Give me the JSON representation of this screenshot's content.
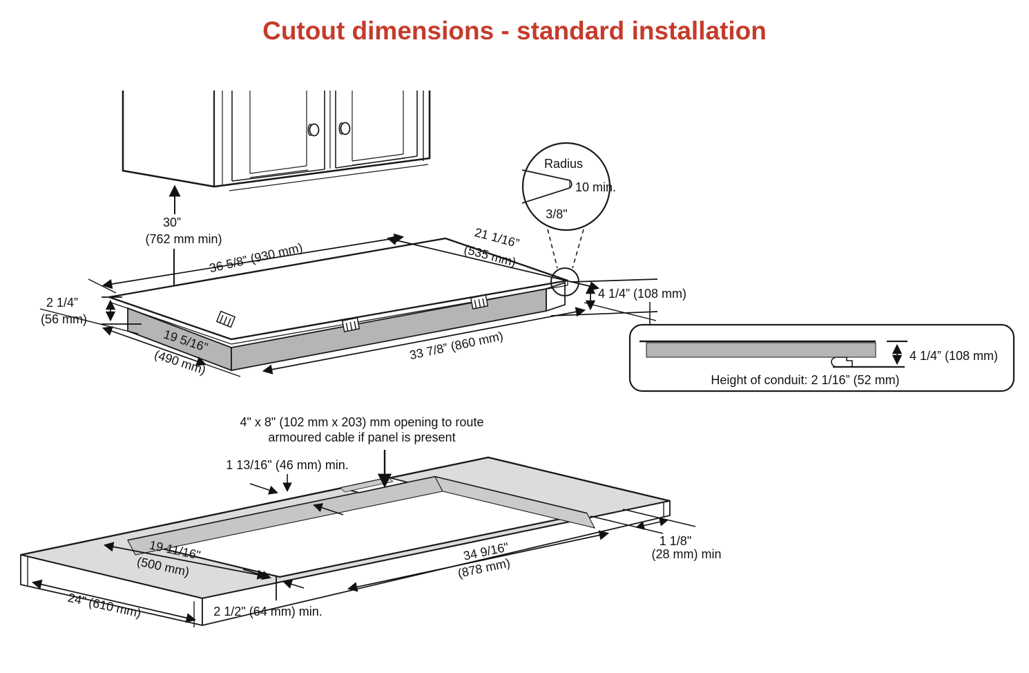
{
  "title": {
    "text": "Cutout dimensions - standard installation"
  },
  "colors": {
    "accent": "#c53b2a",
    "countertop": "#dcdcdc",
    "cooktop_body": "#b5b5b5",
    "cutout_wall": "#c6c6c6",
    "line": "#1a1a1a"
  },
  "upper": {
    "clearance_l1": "30”",
    "clearance_l2": "(762 mm min)",
    "back_width": "36 5/8” (930 mm)",
    "right_depth_l1": "21 1/16”",
    "right_depth_l2": "(535 mm)",
    "left_height_l1": "2 1/4”",
    "left_height_l2": "(56 mm)",
    "left_depth_l1": "19 5/16”",
    "left_depth_l2": "(490 mm)",
    "front_width": "33 7/8” (860 mm)",
    "right_height": "4 1/4” (108 mm)"
  },
  "detail": {
    "title": "Radius",
    "mm": "10 min.",
    "inch": "3/8\""
  },
  "side": {
    "height": "4 1/4” (108 mm)",
    "conduit": "Height of conduit: 2 1/16” (52 mm)"
  },
  "lower": {
    "opening_l1": "4\" x 8\" (102 mm x 203) mm opening to route",
    "opening_l2": "armoured cable if panel is present",
    "back_min": "1 13/16\" (46 mm) min.",
    "depth_l1": "19 11/16\"",
    "depth_l2": "(500 mm)",
    "counter_depth": "24” (610 mm)",
    "front_min": "2 1/2\" (64 mm) min.",
    "width_l1": "34 9/16\"",
    "width_l2": "(878 mm)",
    "right_min_l1": "1 1/8\"",
    "right_min_l2": "(28 mm) min"
  }
}
